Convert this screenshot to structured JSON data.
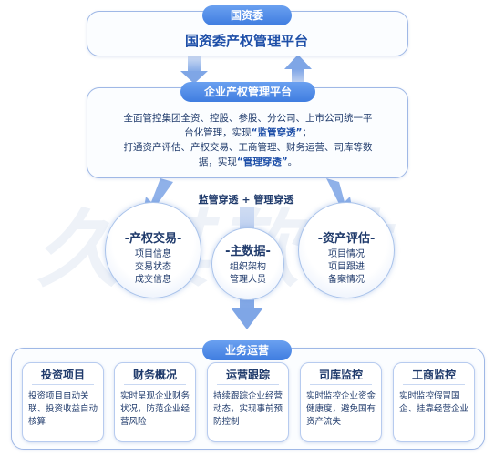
{
  "top": {
    "tab": "国资委",
    "title": "国资委产权管理平台"
  },
  "middle": {
    "tab": "企业产权管理平台",
    "line1": "全面管控集团全资、控股、参股、分公司、上市公司统一平",
    "line2_a": "台化管理，实现",
    "line2_b": "“监管穿透”",
    "line2_c": "；",
    "line3": "打通资产评估、产权交易、工商管理、财务运营、司库等数",
    "line4_a": "据，实现",
    "line4_b": "“管理穿透”",
    "line4_c": "。"
  },
  "arrow_label": "监管穿透 + 管理穿透",
  "watermark": "久其软件",
  "circles": [
    {
      "title": "-产权交易-",
      "lines": [
        "项目信息",
        "交易状态",
        "成交信息"
      ]
    },
    {
      "title": "-主数据-",
      "lines": [
        "组织架构",
        "管理人员"
      ]
    },
    {
      "title": "-资产评估-",
      "lines": [
        "项目情况",
        "项目跟进",
        "备案情况"
      ]
    }
  ],
  "bottom": {
    "tab": "业务运营",
    "cards": [
      {
        "title": "投资项目",
        "desc": "投资项目自动关联、投资收益自动核算"
      },
      {
        "title": "财务概况",
        "desc": "实时呈现企业财务状况，防范企业经营风险"
      },
      {
        "title": "运营跟踪",
        "desc": "持续跟踪企业经营动态，实现事前预防控制"
      },
      {
        "title": "司库监控",
        "desc": "实时监控企业资金健康度，避免国有资产流失"
      },
      {
        "title": "工商监控",
        "desc": "实时监控假冒国企、挂靠经营企业"
      }
    ]
  },
  "colors": {
    "accent": "#3f7de0",
    "arrow": "#7fa6e6",
    "text": "#1f3a6b"
  }
}
